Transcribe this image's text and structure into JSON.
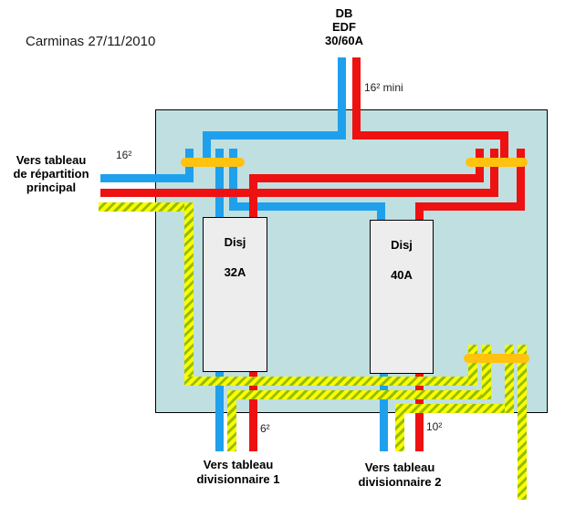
{
  "title": "Carminas 27/11/2010",
  "supply": {
    "line1": "DB",
    "line2": "EDF",
    "line3": "30/60A",
    "gauge": "16² mini"
  },
  "main_feed": {
    "gauge": "16²",
    "dest_line1": "Vers tableau",
    "dest_line2": "de répartition",
    "dest_line3": "principal"
  },
  "breakers": {
    "b32": {
      "label": "Disj",
      "rating": "32A"
    },
    "b40": {
      "label": "Disj",
      "rating": "40A"
    }
  },
  "outputs": {
    "div1": {
      "gauge": "6²",
      "dest_line1": "Vers tableau",
      "dest_line2": "divisionnaire 1"
    },
    "div2": {
      "gauge": "10²",
      "dest_line1": "Vers tableau",
      "dest_line2": "divisionnaire 2"
    }
  },
  "colors": {
    "neutral": "#1FA0EC",
    "phase": "#EE1111",
    "earth": "#FCFC00",
    "earth_stripe": "#96BE00",
    "busbar": "#FFC20E",
    "panel": "#C0DFE0",
    "breaker_fill": "#EDEDED"
  }
}
